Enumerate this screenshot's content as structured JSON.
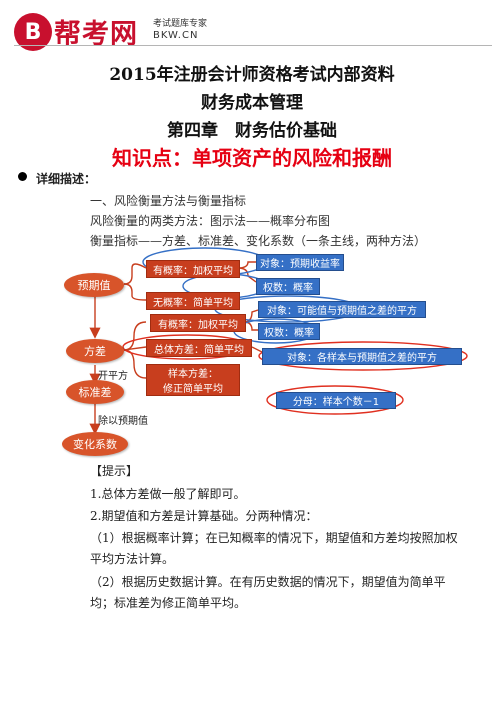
{
  "header": {
    "logo_letter": "B",
    "logo_name": "帮考网",
    "logo_tagline": "考试题库专家",
    "logo_url_text": "BKW.CN"
  },
  "titles": {
    "line1": "2015年注册会计师资格考试内部资料",
    "line2": "财务成本管理",
    "line3": "第四章　财务估价基础",
    "line4": "知识点：单项资产的风险和报酬"
  },
  "detail": {
    "label": "详细描述：",
    "lines": [
      "一、风险衡量方法与衡量指标",
      "风险衡量的两类方法：图示法——概率分布图",
      "衡量指标——方差、标准差、变化系数（一条主线，两种方法）"
    ]
  },
  "diagram": {
    "nodes": {
      "expected": "预期值",
      "variance": "方差",
      "stddev": "标准差",
      "cv": "变化系数"
    },
    "boxes": {
      "prob_weighted_1": "有概率：加权平均",
      "no_prob_simple": "无概率：简单平均",
      "prob_weighted_2": "有概率：加权平均",
      "population_var": "总体方差：简单平均",
      "sample_var_l1": "样本方差：",
      "sample_var_l2": "修正简单平均",
      "obj_returns": "对象：预期收益率",
      "weight_prob_1": "权数：概率",
      "obj_sq_diff": "对象：可能值与预期值之差的平方",
      "weight_prob_2": "权数：概率",
      "obj_sample_sq": "对象：各样本与预期值之差的平方",
      "denominator": "分母：样本个数－1"
    },
    "labels": {
      "sqrt": "开平方",
      "divide": "除以预期值"
    }
  },
  "tips": {
    "heading": "【提示】",
    "items": [
      "1.总体方差做一般了解即可。",
      "2.期望值和方差是计算基础。分两种情况：",
      "（1）根据概率计算；在已知概率的情况下，期望值和方差均按照加权平均方法计算。",
      "（2）根据历史数据计算。在有历史数据的情况下，期望值为简单平均；标准差为修正简单平均。"
    ]
  }
}
